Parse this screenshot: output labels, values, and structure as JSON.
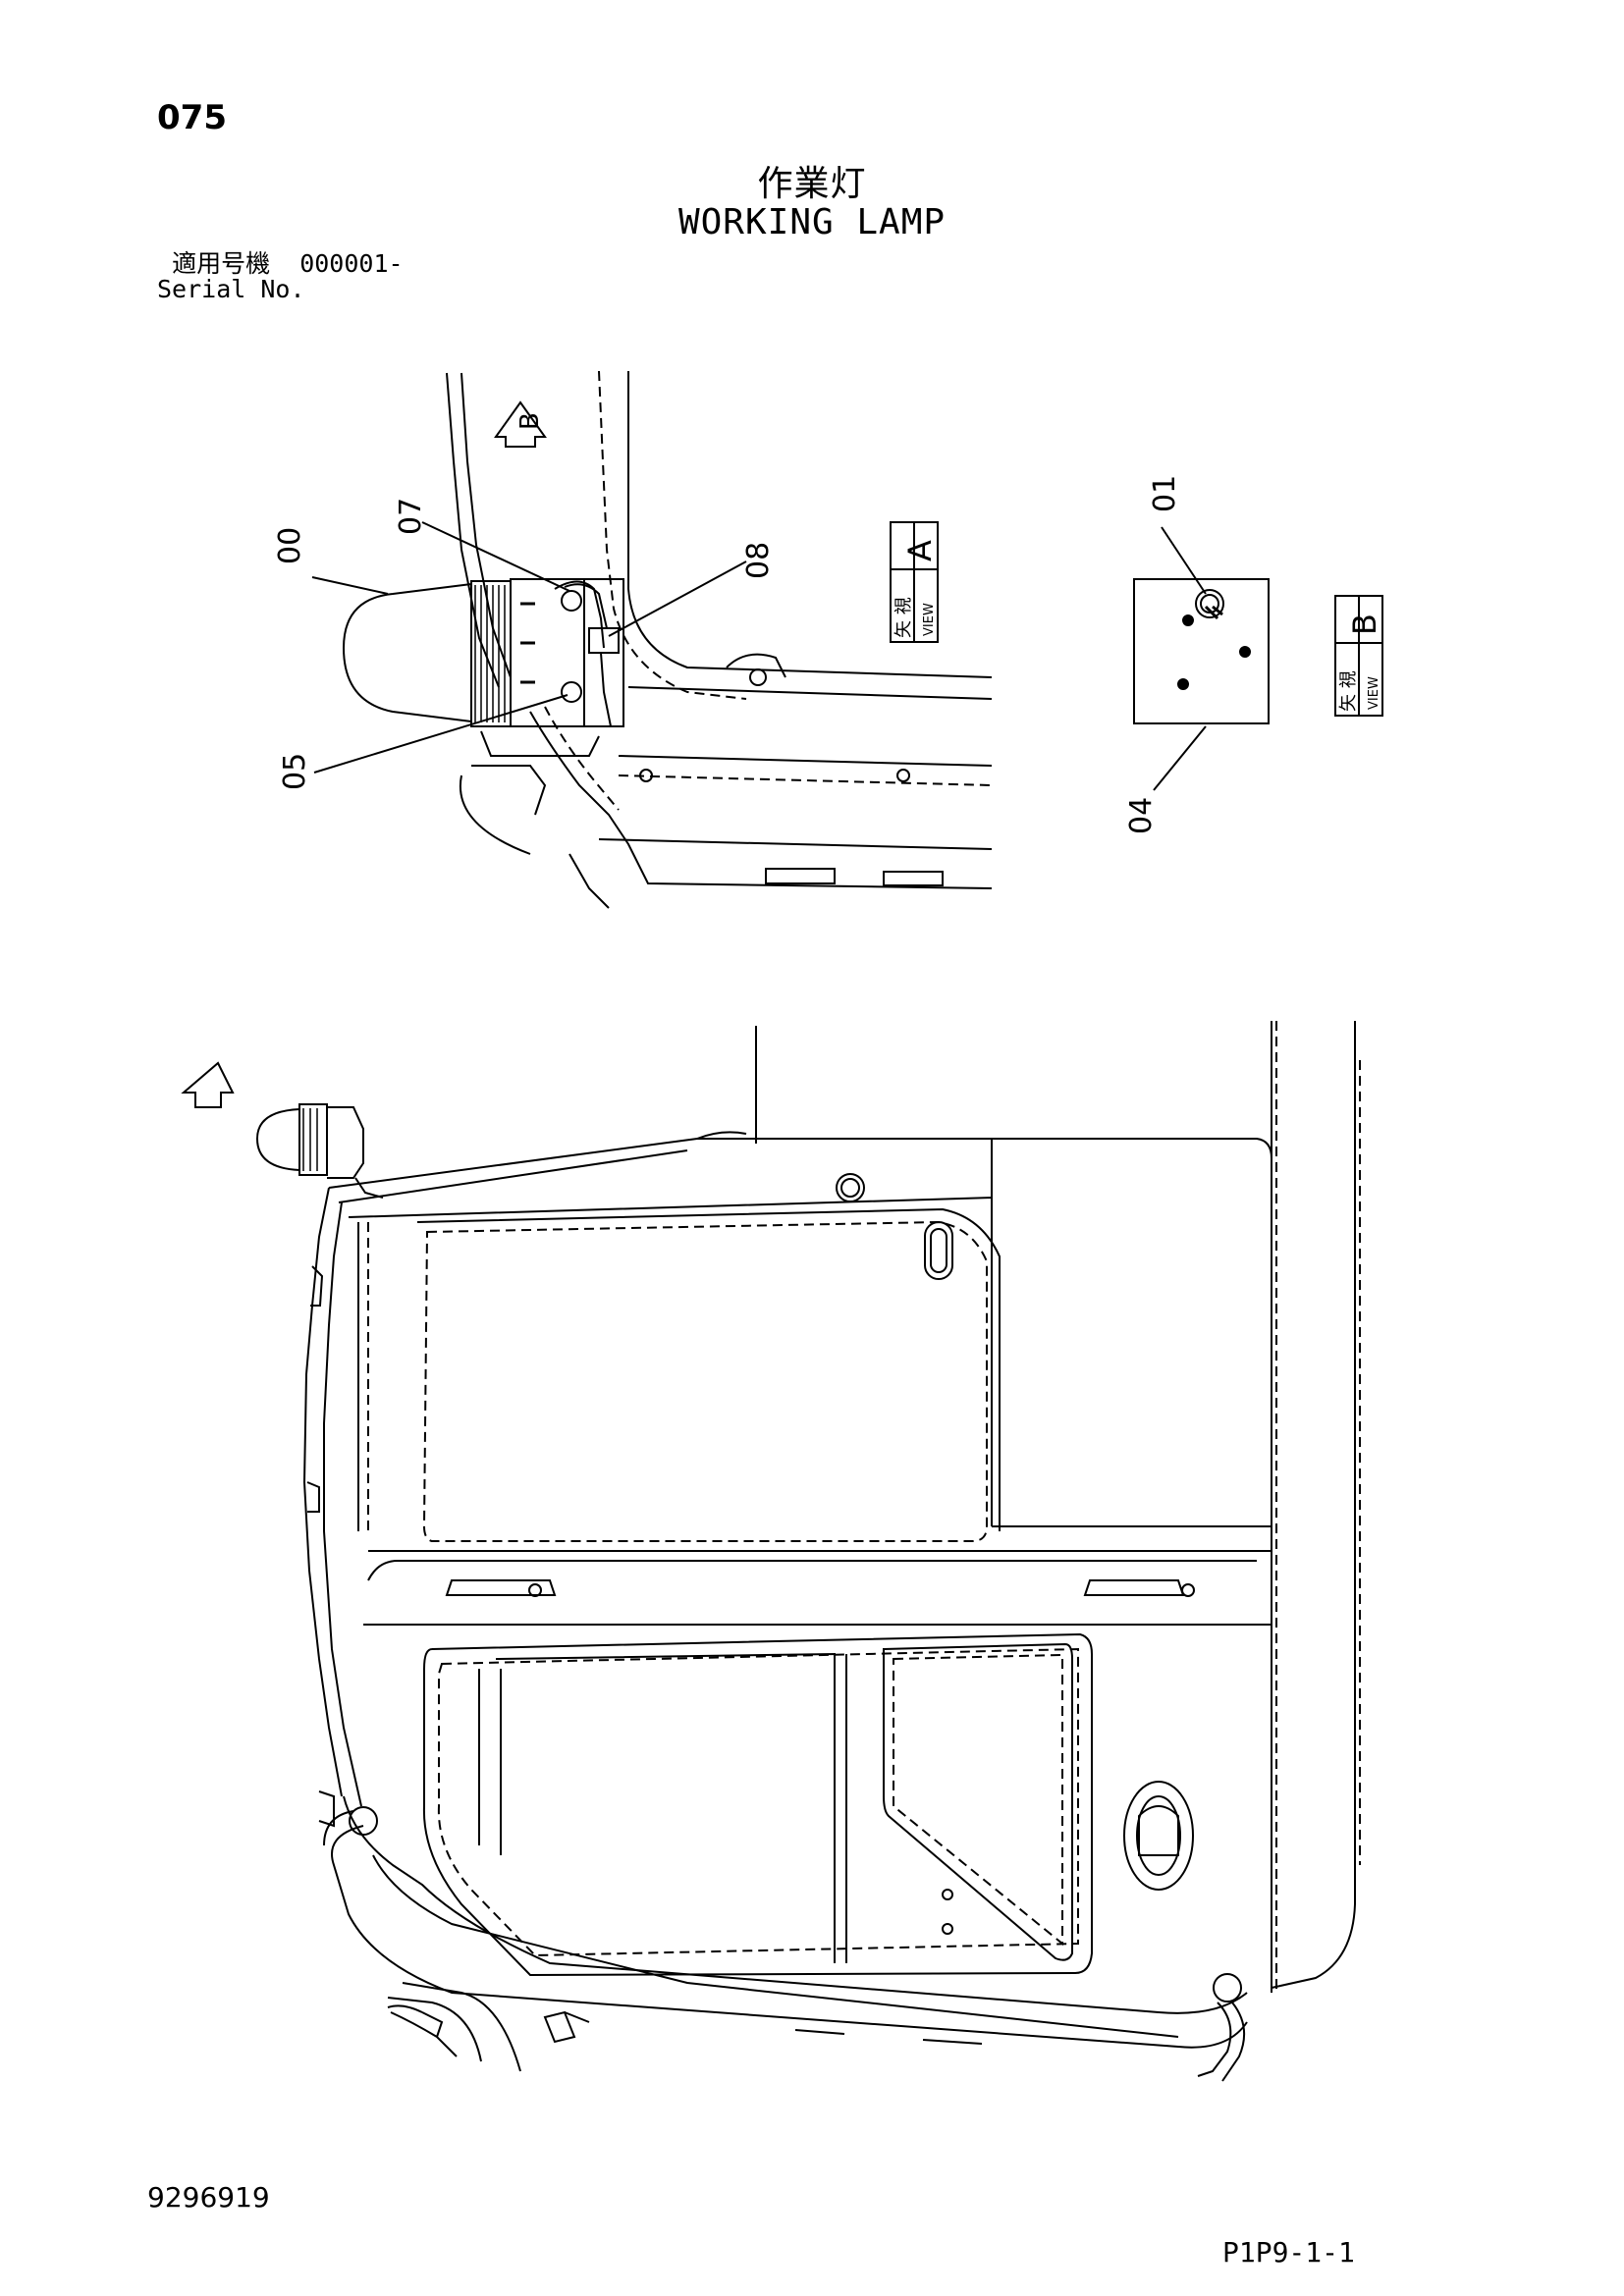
{
  "header": {
    "page_number": "075",
    "title_jp": "作業灯",
    "title_en": "WORKING LAMP",
    "serial_label_jp": "適用号機",
    "serial_value": "000001-",
    "serial_label_en": "Serial No."
  },
  "callouts": {
    "p00": "00",
    "p01": "01",
    "p04": "04",
    "p05": "05",
    "p07": "07",
    "p08": "08"
  },
  "views": {
    "a_letter": "A",
    "b_letter": "B",
    "view_jp": "矢 視",
    "view_en": "VIEW"
  },
  "footer": {
    "document_number": "9296919",
    "page_code": "P1P9-1-1"
  }
}
